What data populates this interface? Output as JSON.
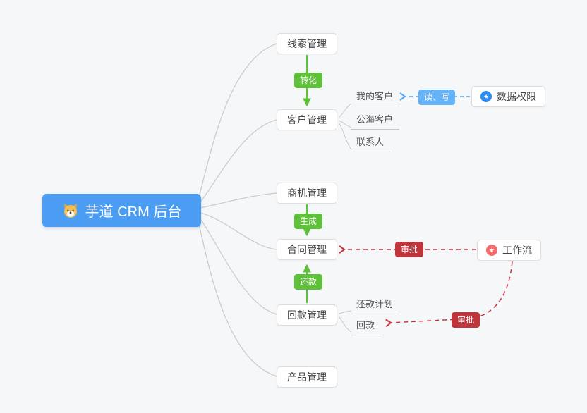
{
  "colors": {
    "canvas_bg": "#f6f7f9",
    "root_bg": "#4b9cf3",
    "node_border": "#dddddd",
    "node_text": "#444444",
    "gray_edge": "#cccccc",
    "green_accent": "#5fc13a",
    "blue_badge": "#66b2f7",
    "blue_line": "#58a9f6",
    "red_badge": "#c0343c",
    "red_line": "#c9353d",
    "permission_icon": "#2e8cf0",
    "workflow_icon": "#f36d6f"
  },
  "root": {
    "label": "芋道 CRM 后台",
    "icon": "dog-face-icon"
  },
  "nodes": {
    "lead": "线索管理",
    "customer": "客户管理",
    "opportunity": "商机管理",
    "contract": "合同管理",
    "receivable": "回款管理",
    "product": "产品管理"
  },
  "customer_children": {
    "mine": "我的客户",
    "pool": "公海客户",
    "contacts": "联系人"
  },
  "receivable_children": {
    "plan": "还款计划",
    "payment": "回款"
  },
  "side_nodes": {
    "data_permission": {
      "label": "数据权限",
      "icon": "star-icon"
    },
    "workflow": {
      "label": "工作流",
      "icon": "star-icon"
    }
  },
  "badges": {
    "convert": "转化",
    "generate": "生成",
    "repay": "还款",
    "read_write": "读、写",
    "approve_contract": "审批",
    "approve_receivable": "审批"
  }
}
